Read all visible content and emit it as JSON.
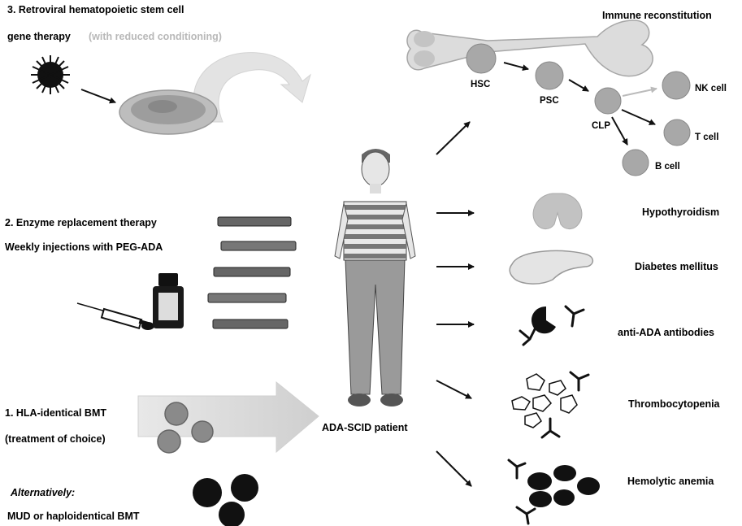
{
  "therapies": {
    "gene": {
      "line1": "3. Retroviral hematopoietic stem cell",
      "line2": "gene therapy",
      "line2_extra": "(with reduced conditioning)"
    },
    "ert": {
      "line1": "2. Enzyme replacement therapy",
      "line2": "Weekly injections with PEG-ADA"
    },
    "bmt": {
      "line1": "1. HLA-identical BMT",
      "line2": "(treatment of choice)",
      "alt_label": "Alternatively:",
      "alt_text": "MUD or haploidentical BMT"
    }
  },
  "patient": {
    "label": "ADA-SCID patient"
  },
  "immune": {
    "title": "Immune reconstitution",
    "cells": {
      "hsc": "HSC",
      "psc": "PSC",
      "clp": "CLP",
      "nk": "NK cell",
      "t": "T cell",
      "b": "B cell"
    }
  },
  "complications": [
    {
      "label": "Hypothyroidism"
    },
    {
      "label": "Diabetes mellitus"
    },
    {
      "label": "anti-ADA antibodies"
    },
    {
      "label": "Thrombocytopenia"
    },
    {
      "label": "Hemolytic anemia"
    }
  ],
  "colors": {
    "ink": "#111111",
    "gray_fill": "#bdbdbd",
    "light_gray": "#d9d9d9",
    "cell_fill": "#a8a8a8"
  }
}
